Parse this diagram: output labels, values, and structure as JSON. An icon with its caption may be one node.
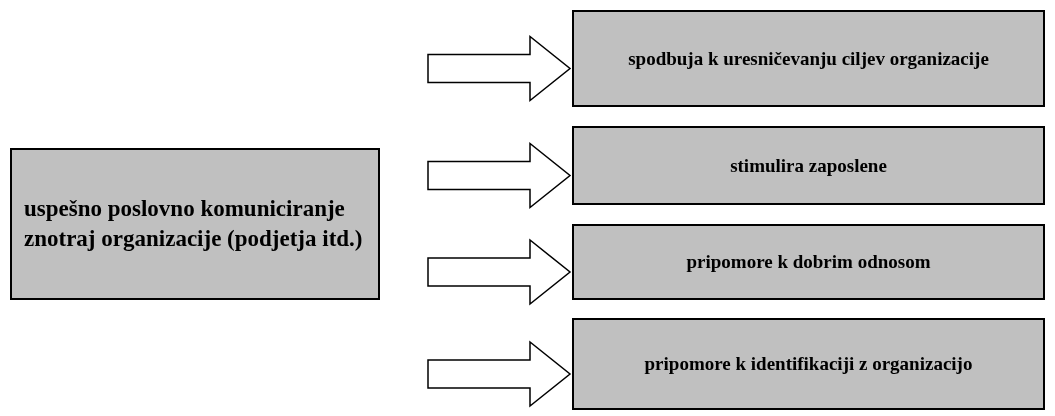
{
  "diagram": {
    "nodes": [
      {
        "text": [
          "uspešno poslovno komuniciranje znotraj organizacije (podjetja itd.)"
        ]
      },
      {
        "text": [
          "spodbuja k uresničevanju ciljev organizacije"
        ]
      },
      {
        "text": [
          "stimulira zaposlene"
        ]
      },
      {
        "text": [
          "pripomore k dobrim odnosom"
        ]
      },
      {
        "text": [
          "pripomore k identifikaciji z organizacijo"
        ]
      }
    ],
    "edges": [
      {
        "from": null,
        "to": 1,
        "arrow": "to"
      },
      {
        "from": null,
        "to": 2,
        "arrow": "to"
      },
      {
        "from": null,
        "to": 3,
        "arrow": "to"
      },
      {
        "from": null,
        "to": 4,
        "arrow": "to"
      }
    ]
  }
}
